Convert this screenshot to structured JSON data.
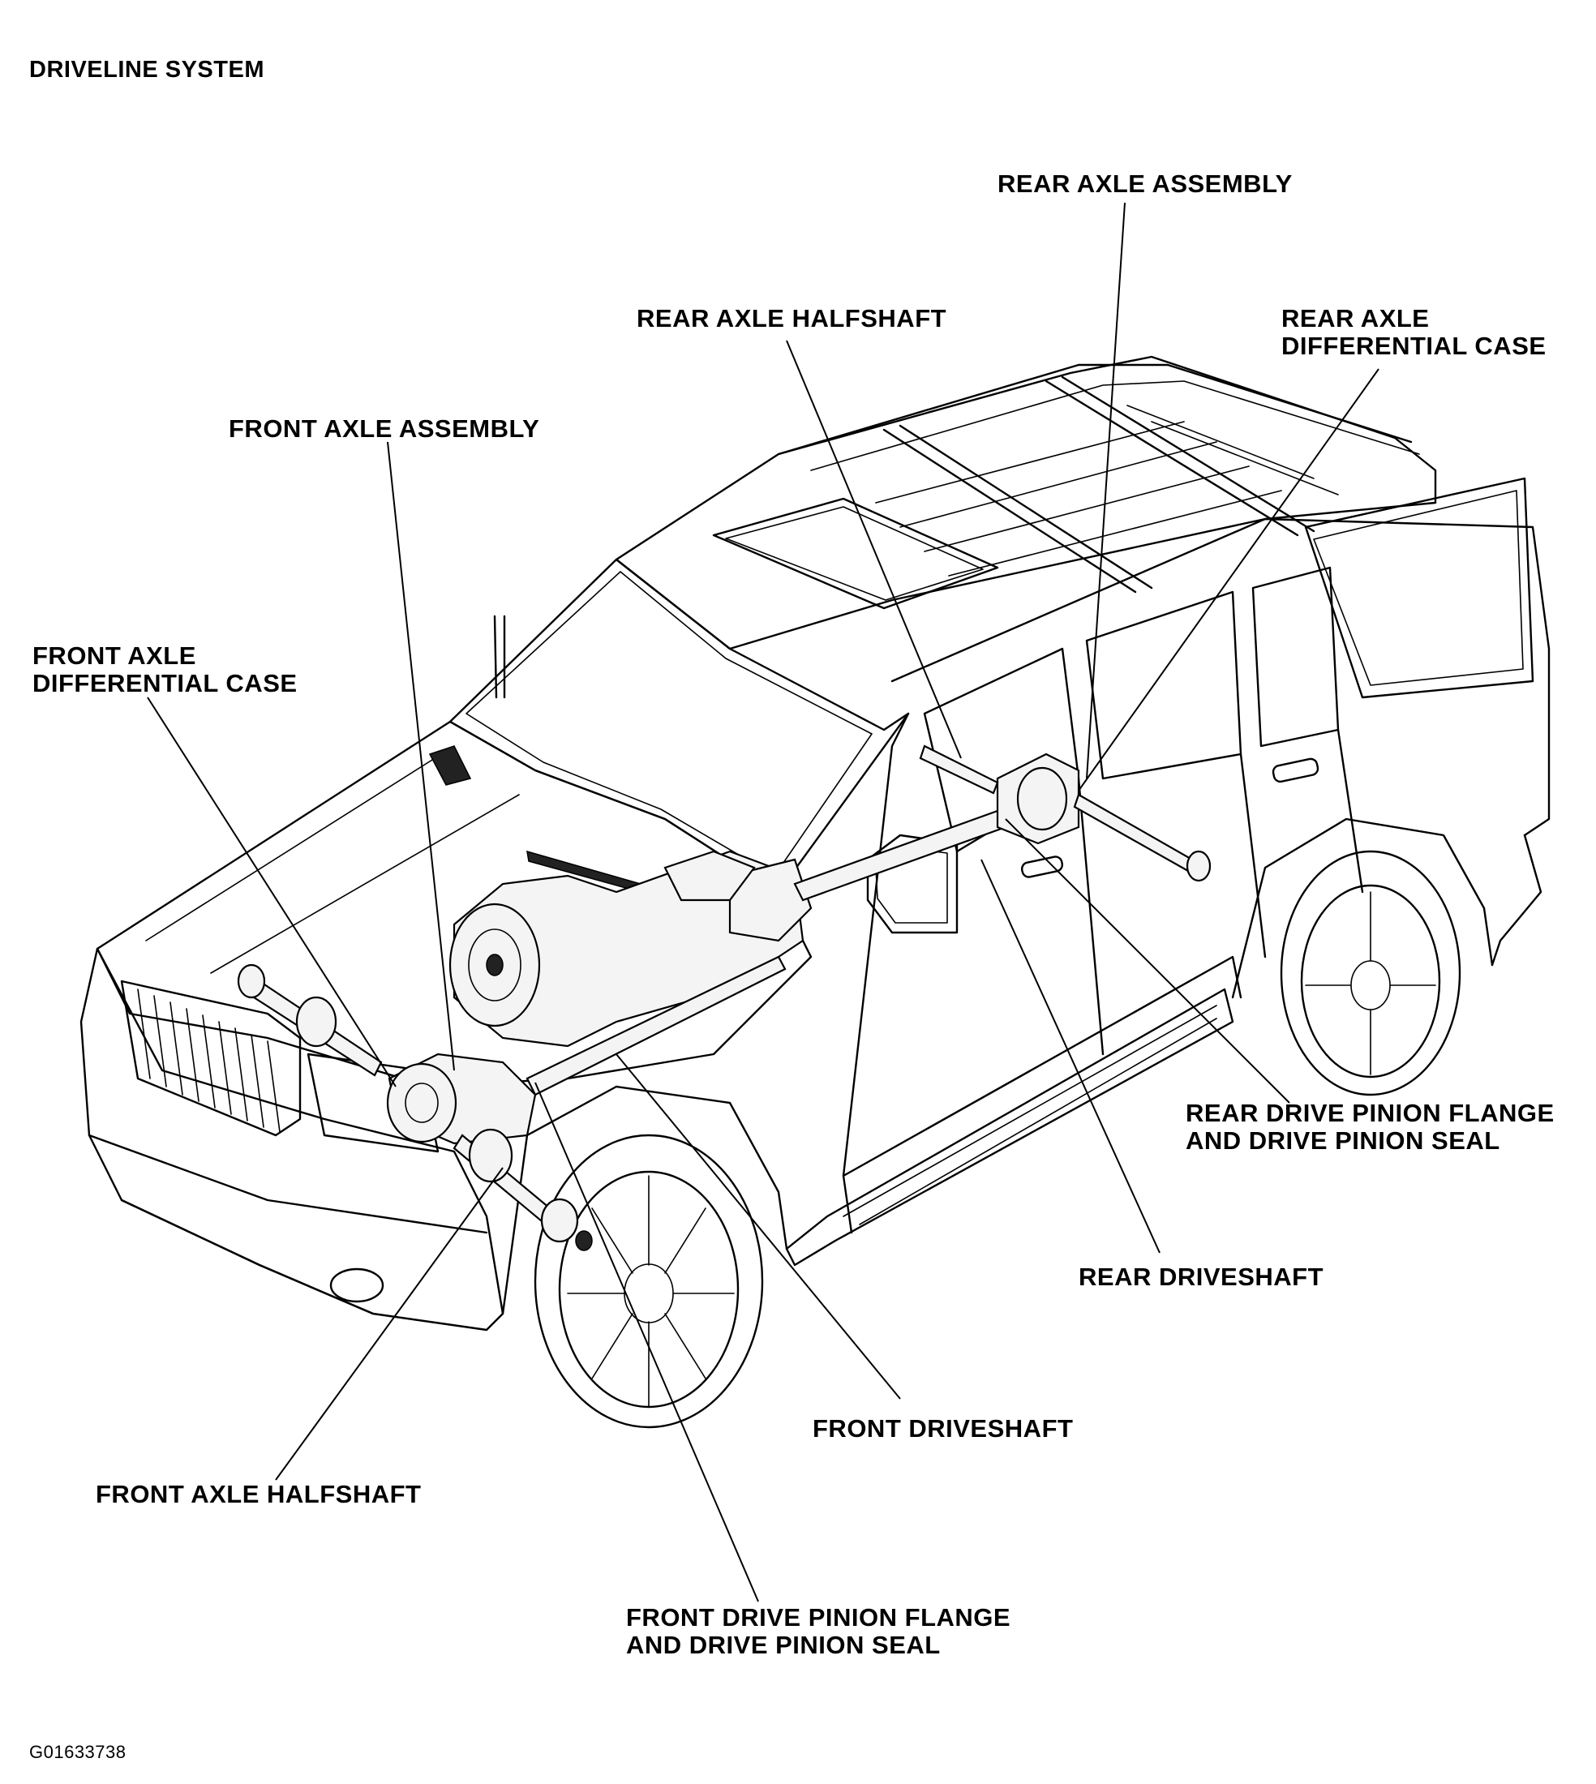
{
  "title": "DRIVELINE SYSTEM",
  "figure_code": "G01633738",
  "labels": {
    "rear_axle_assembly": "REAR AXLE ASSEMBLY",
    "rear_axle_halfshaft": "REAR AXLE HALFSHAFT",
    "rear_axle_differential_case": [
      "REAR AXLE",
      "DIFFERENTIAL CASE"
    ],
    "front_axle_assembly": "FRONT AXLE ASSEMBLY",
    "front_axle_differential_case": [
      "FRONT AXLE",
      "DIFFERENTIAL CASE"
    ],
    "rear_drive_pinion_flange": [
      "REAR DRIVE PINION FLANGE",
      "AND DRIVE PINION SEAL"
    ],
    "rear_driveshaft": "REAR DRIVESHAFT",
    "front_driveshaft": "FRONT DRIVESHAFT",
    "front_axle_halfshaft": "FRONT AXLE HALFSHAFT",
    "front_drive_pinion_flange": [
      "FRONT DRIVE PINION FLANGE",
      "AND DRIVE PINION SEAL"
    ]
  }
}
